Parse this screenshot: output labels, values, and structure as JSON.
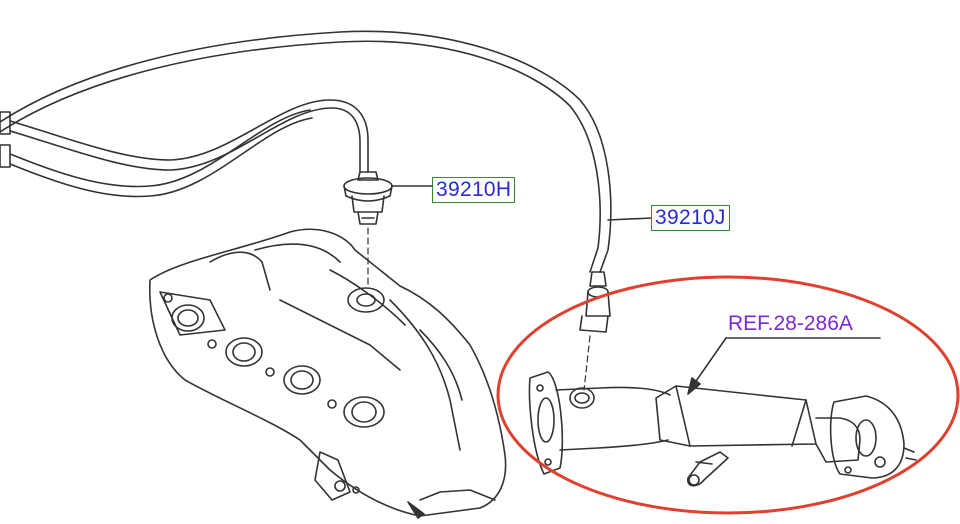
{
  "callouts": {
    "part_h": "39210H",
    "part_j": "39210J",
    "reference": "REF.28-286A"
  },
  "colors": {
    "part_text": "#2a2ad0",
    "part_box_border": "#2e8b2e",
    "reference_text": "#7a2ad6",
    "highlight_ellipse": "#e0402e",
    "line_art": "#333333"
  }
}
